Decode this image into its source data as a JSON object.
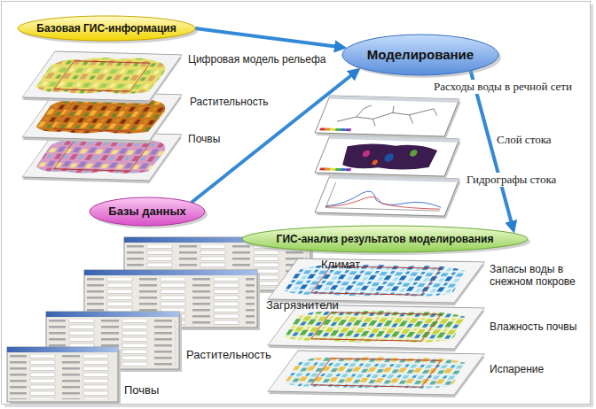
{
  "diagram": {
    "nodes": [
      {
        "text": [
          "Базовая ГИС-информация"
        ]
      },
      {
        "text": [
          "Моделирование"
        ]
      },
      {
        "text": [
          "Базы данных"
        ]
      },
      {
        "text": [
          "ГИС-анализ результатов моделирования"
        ]
      }
    ],
    "edges": [
      {
        "from": 0,
        "to": 1,
        "arrow": "to"
      },
      {
        "from": 2,
        "to": 1,
        "arrow": "to"
      },
      {
        "from": 1,
        "to": 3,
        "arrow": "to"
      }
    ],
    "labels": [
      "Цифровая модель рельефа",
      "Растительность",
      "Почвы",
      "Расходы воды в речной сети",
      "Слой стока",
      "Гидрографы стока",
      "Климат",
      "Загрязнители",
      "Растительность",
      "Почвы",
      "Запасы воды в снежном покрове",
      "Влажность почвы",
      "Испарение"
    ]
  }
}
